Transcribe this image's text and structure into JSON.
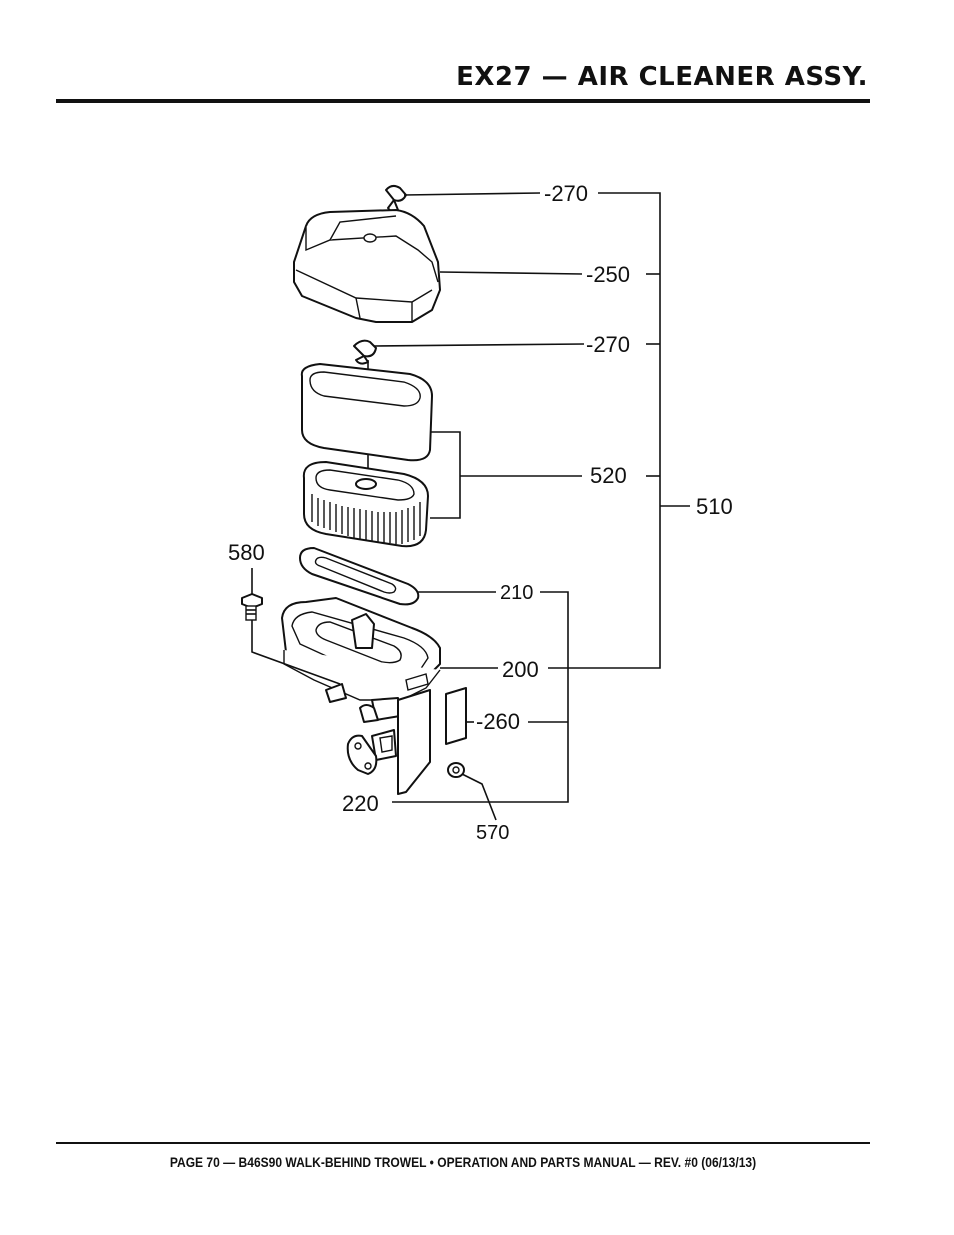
{
  "header": {
    "title": "EX27 — AIR CLEANER ASSY."
  },
  "diagram": {
    "callouts": {
      "c270a": "-270",
      "c250": "-250",
      "c270b": "-270",
      "c520": "520",
      "c510": "510",
      "c580": "580",
      "c210": "210",
      "c200": "200",
      "c260": "-260",
      "c220": "220",
      "c570": "570"
    }
  },
  "footer": {
    "text": "PAGE 70 — B46S90 WALK-BEHIND TROWEL • OPERATION AND PARTS MANUAL — REV. #0 (06/13/13)"
  }
}
